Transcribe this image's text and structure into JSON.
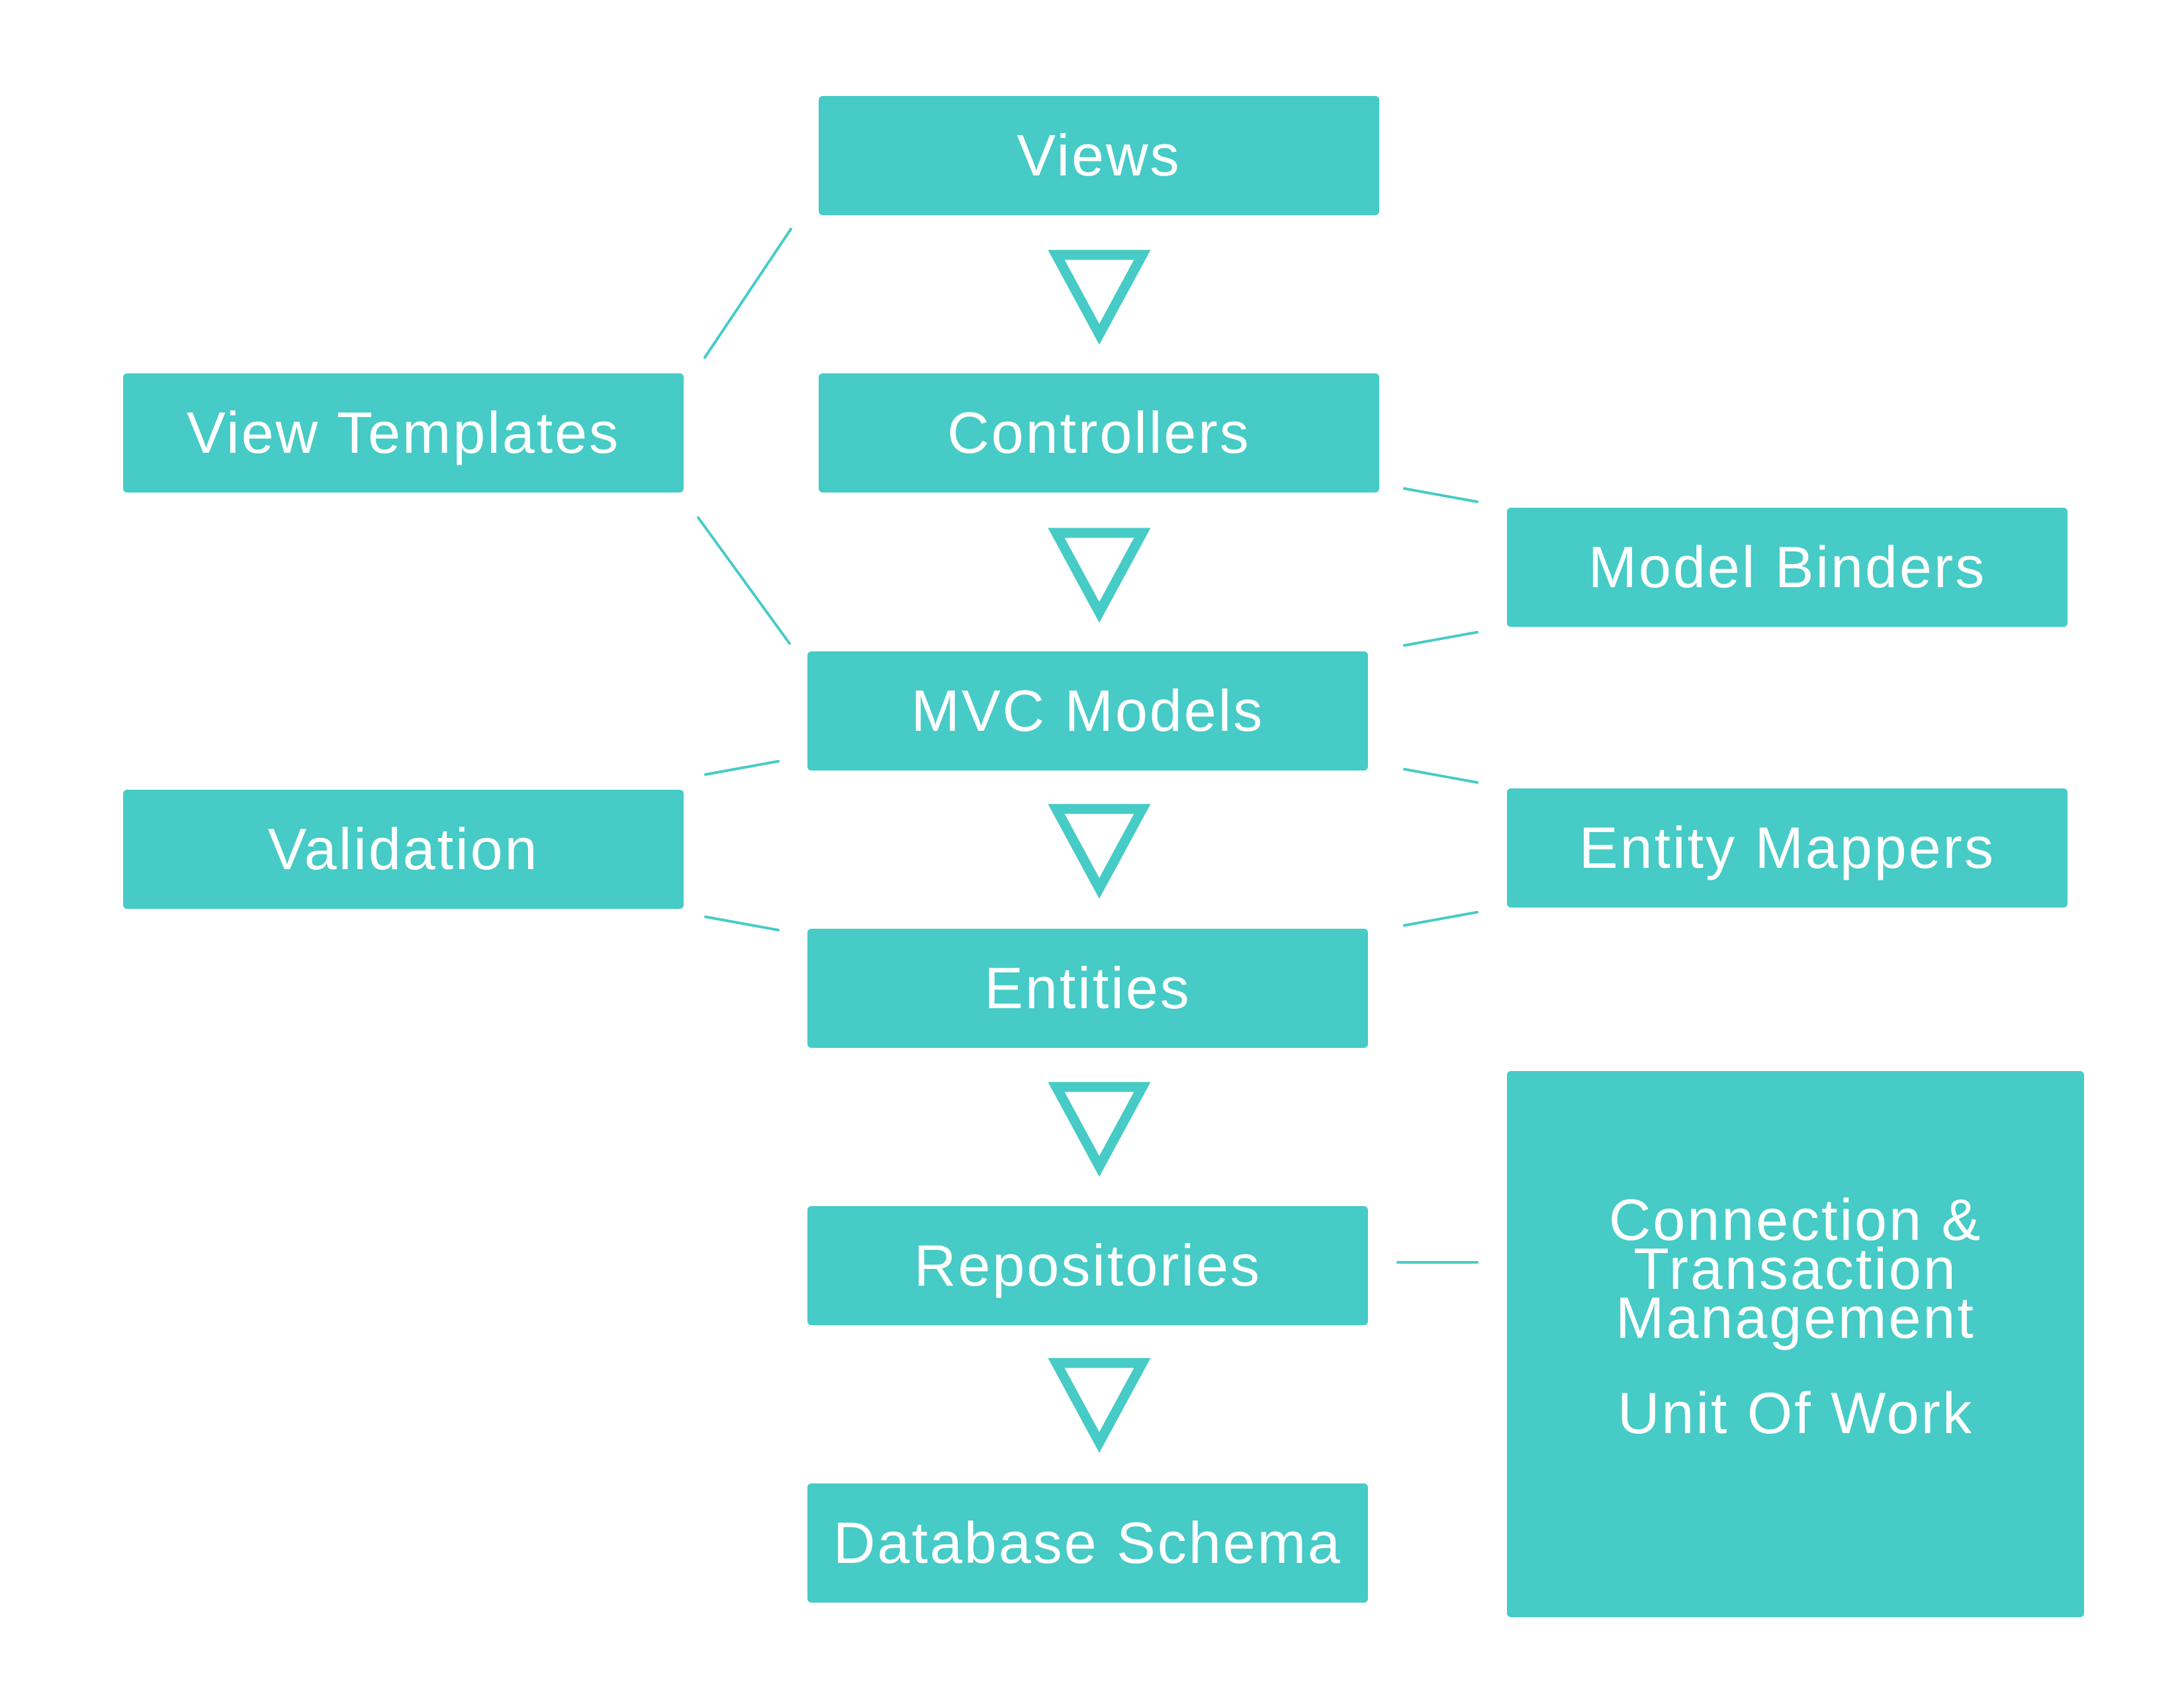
{
  "diagram": {
    "accent_color": "#46cbc6",
    "flow": [
      "Views",
      "Controllers",
      "MVC Models",
      "Entities",
      "Repositories",
      "Database Schema"
    ],
    "boxes": {
      "views": "Views",
      "controllers": "Controllers",
      "mvc_models": "MVC Models",
      "entities": "Entities",
      "repositories": "Repositories",
      "database_schema": "Database Schema",
      "view_templates": "View Templates",
      "validation": "Validation",
      "model_binders": "Model Binders",
      "entity_mappers": "Entity Mappers",
      "connection_management": {
        "line1": "Connection &",
        "line2": "Transaction",
        "line3": "Management",
        "line4": "Unit Of Work"
      }
    },
    "connections": [
      {
        "from": "View Templates",
        "to": "Views"
      },
      {
        "from": "View Templates",
        "to": "MVC Models"
      },
      {
        "from": "Model Binders",
        "to": "Controllers"
      },
      {
        "from": "Model Binders",
        "to": "MVC Models"
      },
      {
        "from": "Validation",
        "to": "MVC Models"
      },
      {
        "from": "Validation",
        "to": "Entities"
      },
      {
        "from": "Entity Mappers",
        "to": "MVC Models"
      },
      {
        "from": "Entity Mappers",
        "to": "Entities"
      },
      {
        "from": "Connection & Transaction Management",
        "to": "Repositories"
      }
    ]
  }
}
